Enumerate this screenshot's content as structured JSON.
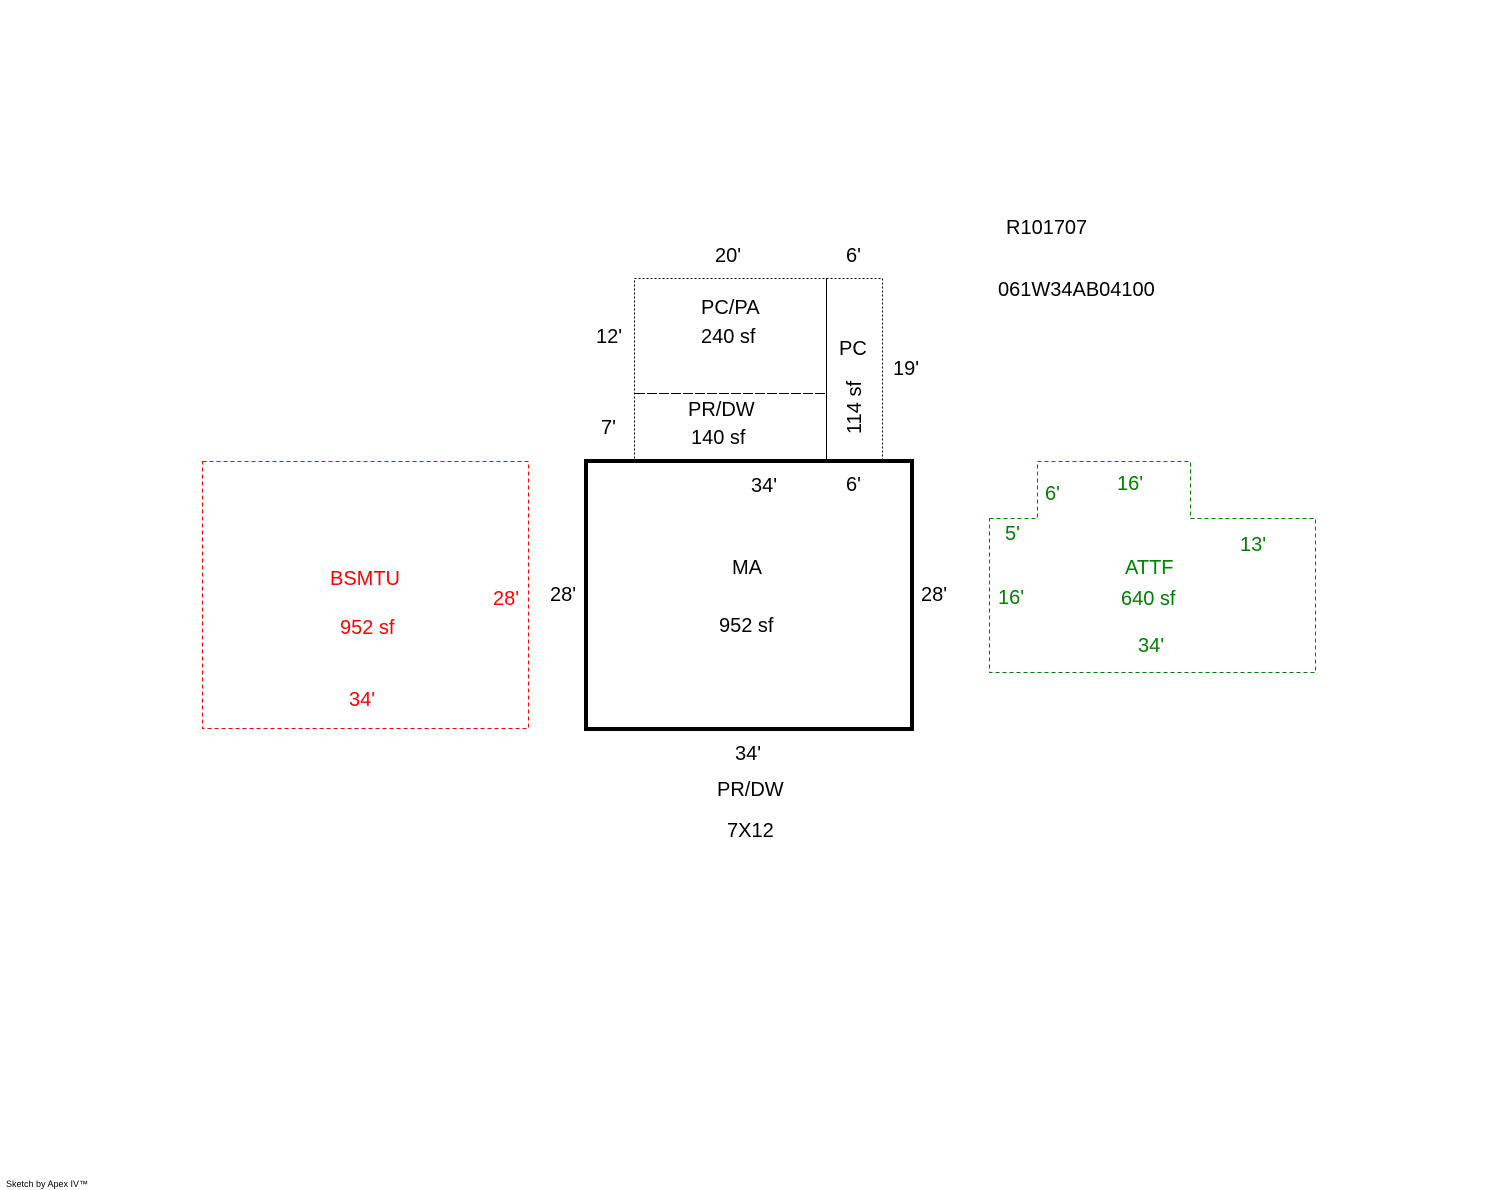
{
  "parcel": {
    "id": "R101707",
    "map_number": "061W34AB04100"
  },
  "colors": {
    "main": "#000000",
    "basement": "#ff0000",
    "garage": "#008000"
  },
  "areas": {
    "pc_pa": {
      "code": "PC/PA",
      "area": "240 sf",
      "width": "20'",
      "depth": "12'"
    },
    "pr_dw_top": {
      "code": "PR/DW",
      "area": "140 sf",
      "depth": "7'"
    },
    "pc": {
      "code": "PC",
      "area": "114 sf",
      "width": "6'",
      "depth": "19'"
    },
    "ma": {
      "code": "MA",
      "area": "952 sf",
      "top": "34'",
      "top_right": "6'",
      "left": "28'",
      "right": "28'",
      "bottom": "34'"
    },
    "bsmtu": {
      "code": "BSMTU",
      "area": "952 sf",
      "side": "28'",
      "bottom": "34'"
    },
    "attf": {
      "code": "ATTF",
      "area": "640 sf",
      "step": "6'",
      "top": "16'",
      "left_top": "5'",
      "right": "13'",
      "left": "16'",
      "bottom": "34'"
    }
  },
  "notes": {
    "code": "PR/DW",
    "size": "7X12"
  },
  "footer": "Sketch by Apex IV™"
}
